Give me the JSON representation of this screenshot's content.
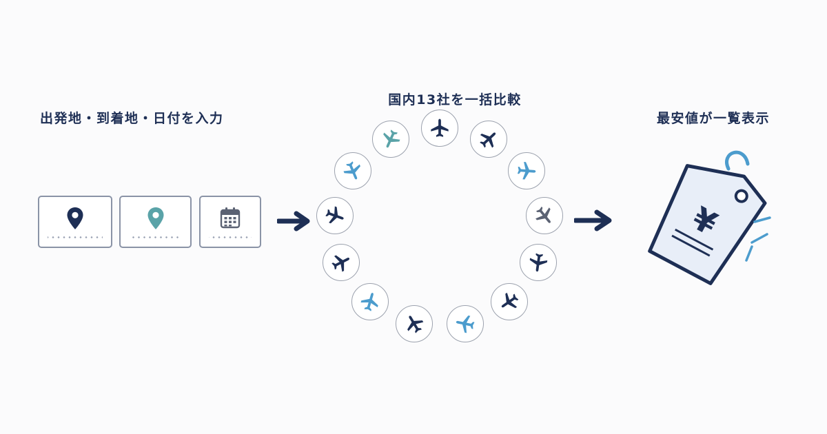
{
  "steps": {
    "input": "出発地・到着地・日付を入力",
    "compare": "国内13社を一括比較",
    "result": "最安値が一覧表示"
  },
  "icons": {
    "origin": "map-pin-icon",
    "destination": "map-pin-icon",
    "date": "calendar-icon",
    "arrow": "arrow-right-icon",
    "airline": "airplane-icon",
    "result": "price-tag-icon"
  },
  "price_tag": {
    "symbol": "¥"
  },
  "colors": {
    "navy": "#1e2f55",
    "teal": "#5aa3a8",
    "gray": "#5b6273",
    "sky": "#4c9ccd",
    "slate": "#3d4a66",
    "tag_fill": "#e8eef8"
  }
}
